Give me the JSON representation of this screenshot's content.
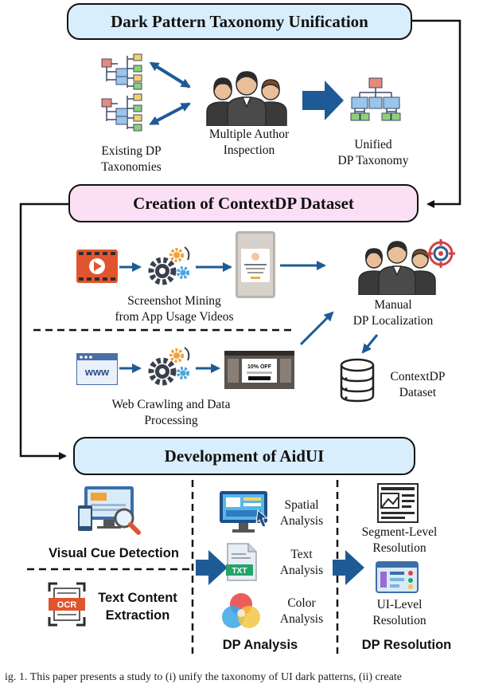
{
  "phases": {
    "taxonomy_unification": "Dark Pattern Taxonomy Unification",
    "dataset_creation": "Creation of ContextDP Dataset",
    "aidui_development": "Development of AidUI"
  },
  "taxonomy": {
    "existing_line1": "Existing DP",
    "existing_line2": "Taxonomies",
    "inspection_line1": "Multiple Author",
    "inspection_line2": "Inspection",
    "unified_line1": "Unified",
    "unified_line2": "DP Taxonomy"
  },
  "dataset": {
    "mining_line1": "Screenshot Mining",
    "mining_line2": "from App Usage Videos",
    "crawling_line1": "Web Crawling and Data",
    "crawling_line2": "Processing",
    "localization_line1": "Manual",
    "localization_line2": "DP Localization",
    "dataset_line1": "ContextDP",
    "dataset_line2": "Dataset",
    "www_text": "www",
    "popup_text": "10% OFF"
  },
  "aidui": {
    "visual_cue": "Visual Cue Detection",
    "text_content_line1": "Text Content",
    "text_content_line2": "Extraction",
    "ocr_text": "OCR",
    "spatial_line1": "Spatial",
    "spatial_line2": "Analysis",
    "text_line1": "Text",
    "text_line2": "Analysis",
    "txt_text": "TXT",
    "color_line1": "Color",
    "color_line2": "Analysis",
    "dp_analysis": "DP Analysis",
    "segment_line1": "Segment-Level",
    "segment_line2": "Resolution",
    "ui_line1": "UI-Level",
    "ui_line2": "Resolution",
    "dp_resolution": "DP Resolution"
  },
  "caption": "ig. 1.  This paper presents a study to (i) unify the taxonomy of UI dark patterns, (ii) create"
}
